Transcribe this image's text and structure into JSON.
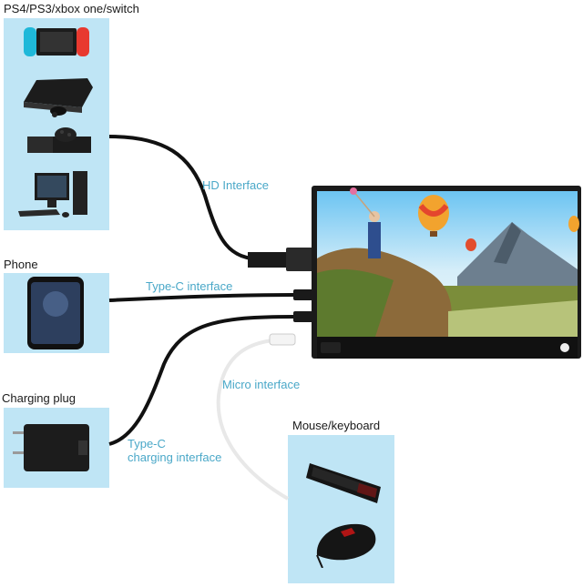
{
  "labels": {
    "consoles": "PS4/PS3/xbox one/switch",
    "phone": "Phone",
    "charging_plug": "Charging plug",
    "mouse_keyboard": "Mouse/keyboard"
  },
  "connectors": {
    "hd": "HD Interface",
    "typec": "Type-C interface",
    "micro": "Micro interface",
    "typec_charging_line1": "Type-C",
    "typec_charging_line2": "charging interface"
  },
  "colors": {
    "panel_bg": "#bfe5f5",
    "connector_text": "#4aa8c8",
    "cable_black": "#111111",
    "cable_white": "#e8e8e8"
  },
  "icons": [
    "nintendo-switch-icon",
    "ps3-console-icon",
    "xbox-one-icon",
    "desktop-pc-icon",
    "smartphone-icon",
    "charging-plug-icon",
    "keyboard-icon",
    "mouse-icon",
    "portable-monitor-icon"
  ]
}
